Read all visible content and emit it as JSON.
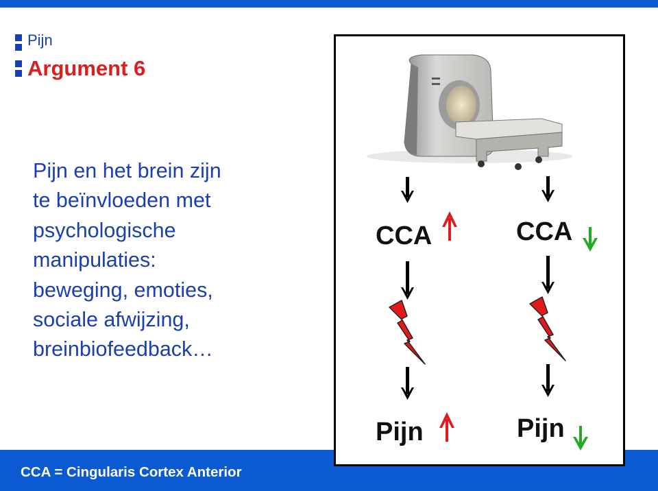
{
  "header": {
    "subtitle": "Pijn",
    "title": "Argument 6"
  },
  "body_lines": [
    "Pijn en het brein zijn",
    "te beïnvloeden met",
    "psychologische",
    "manipulaties:",
    "beweging, emoties,",
    "sociale afwijzing,",
    "breinbiofeedback…"
  ],
  "diagram": {
    "left_column": {
      "region_label": "CCA",
      "pain_label": "Pijn",
      "direction": "up"
    },
    "right_column": {
      "region_label": "CCA",
      "pain_label": "Pijn",
      "direction": "down"
    },
    "scanner_image": "mri-scanner",
    "colors": {
      "up": "#e3191b",
      "down": "#22aa22",
      "flow_arrow": "#000000",
      "lightning": "#e3191b"
    }
  },
  "footer": {
    "note": "CCA = Cingularis Cortex Anterior"
  },
  "colors": {
    "accent_blue": "#0b5ad1",
    "title_red": "#d8201e",
    "text_blue": "#1a3fb0"
  }
}
